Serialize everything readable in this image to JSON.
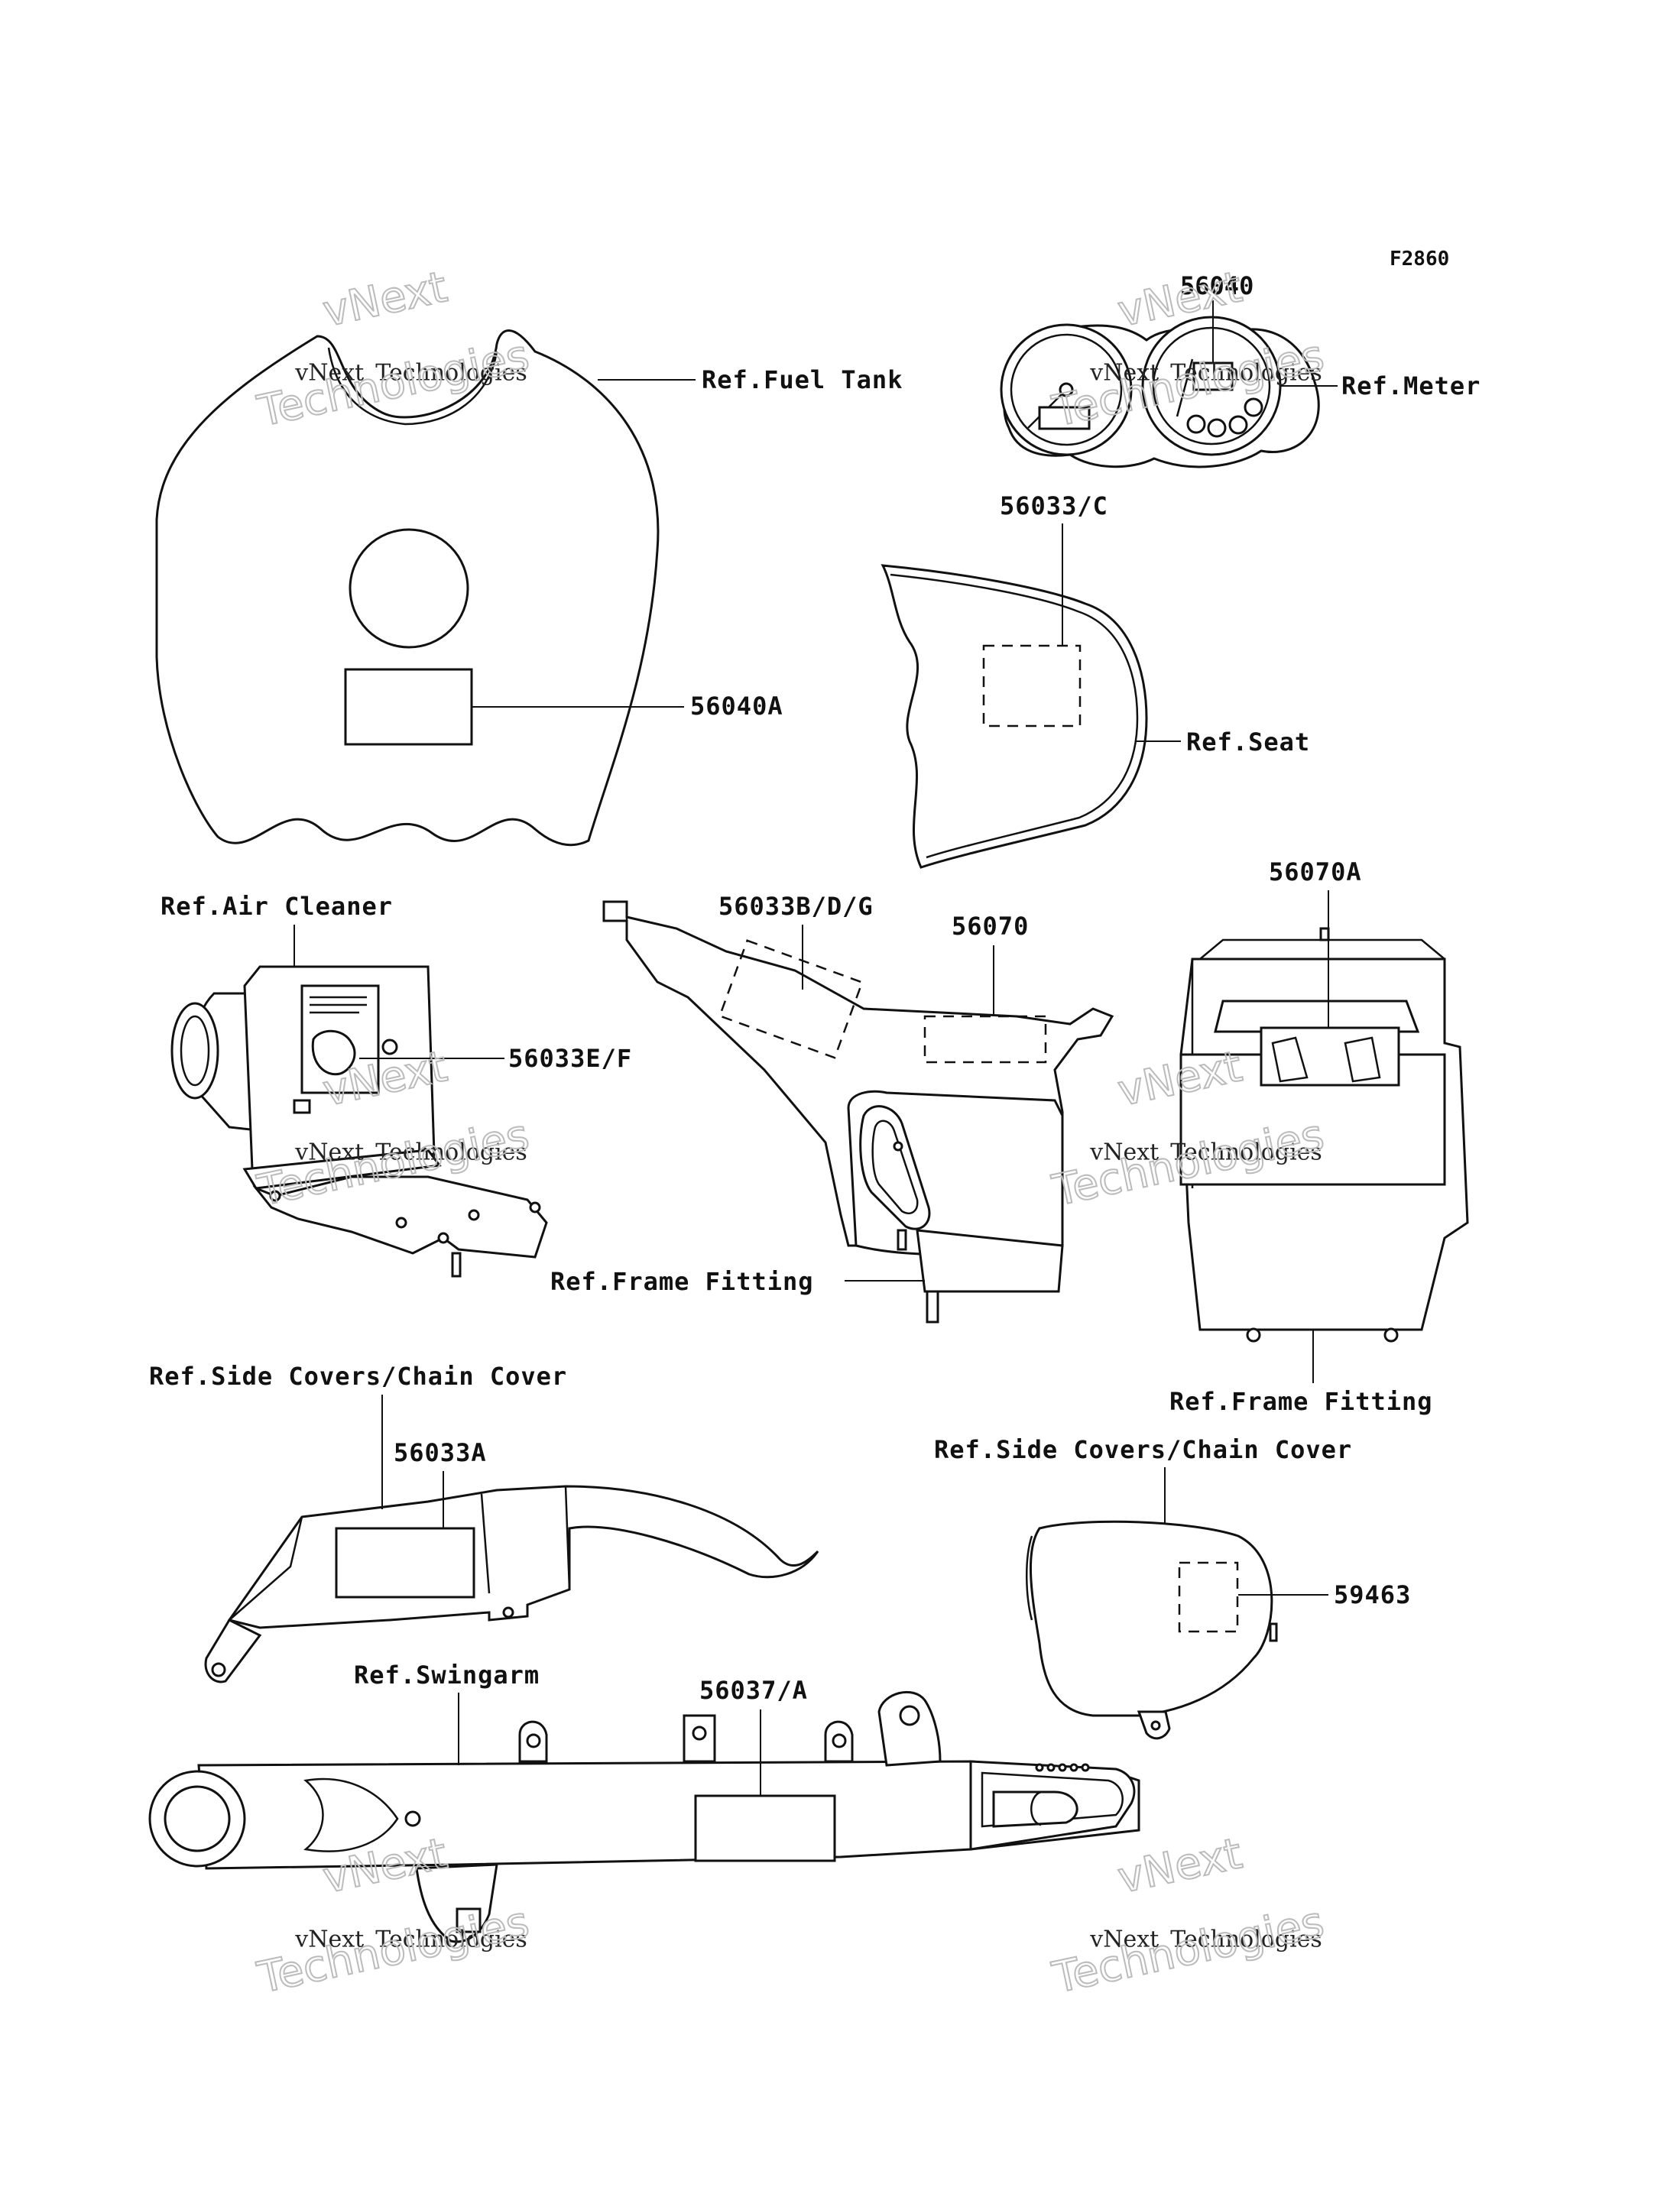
{
  "diagram_code": "F2860",
  "watermark": {
    "line1": "vNext",
    "line2": "Technologies"
  },
  "labels": {
    "ref_fuel_tank": "Ref.Fuel Tank",
    "p56040A": "56040A",
    "p56040": "56040",
    "ref_meter": "Ref.Meter",
    "p56033C": "56033/C",
    "ref_seat": "Ref.Seat",
    "ref_air_cleaner": "Ref.Air Cleaner",
    "p56033EF": "56033E/F",
    "p56033BDG": "56033B/D/G",
    "p56070": "56070",
    "ref_frame_fitting_1": "Ref.Frame Fitting",
    "p56070A": "56070A",
    "ref_frame_fitting_2": "Ref.Frame Fitting",
    "ref_side_covers_1": "Ref.Side Covers/Chain Cover",
    "p56033A": "56033A",
    "ref_side_covers_2": "Ref.Side Covers/Chain Cover",
    "p59463": "59463",
    "ref_swingarm": "Ref.Swingarm",
    "p56037A": "56037/A"
  }
}
